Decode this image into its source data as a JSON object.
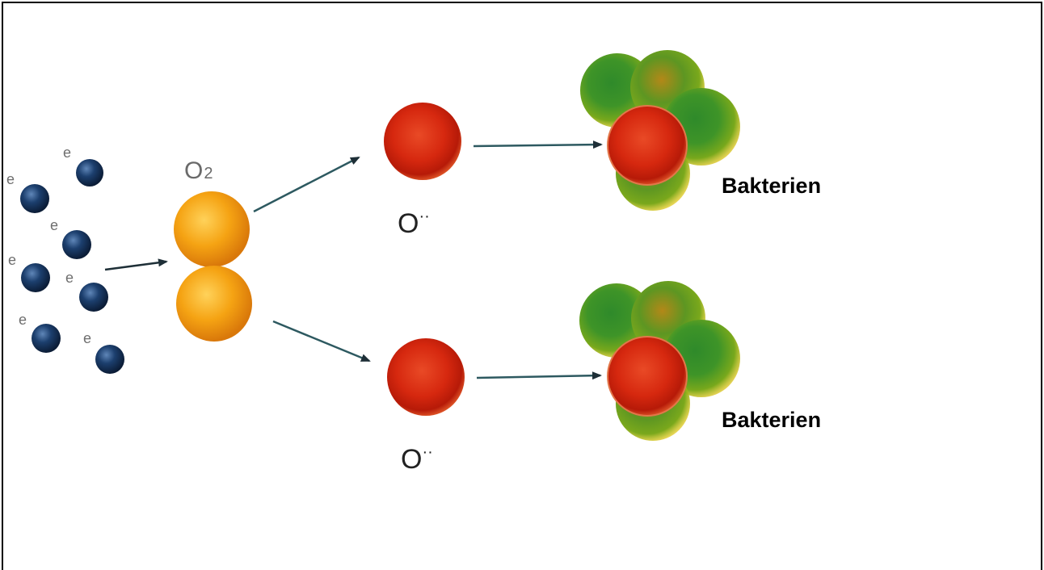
{
  "electron_label": "e",
  "oxygen_molecule": {
    "label_main": "O",
    "label_sub": "2"
  },
  "superoxide": {
    "label_main": "O",
    "label_sup": "··"
  },
  "bacteria_label": "Bakterien",
  "colors": {
    "electron": "#14355e",
    "oxygen_molecule": "#f2a012",
    "superoxide": "#d6280f",
    "bacteria": "#3e8a24",
    "arrow": "#233a44"
  }
}
